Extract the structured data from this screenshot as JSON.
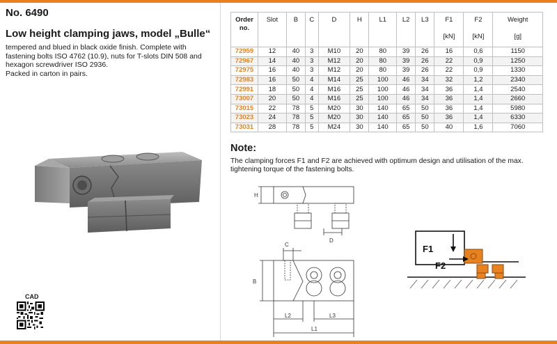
{
  "header": {
    "product_no": "No. 6490",
    "title": "Low height clamping jaws, model „Bulle“",
    "description_lines": [
      "tempered and blued in black oxide finish. Complete with",
      "fastening bolts ISO 4762 (10.9), nuts for T-slots DIN 508 and",
      "hexagon screwdriver ISO 2936.",
      "Packed in carton in pairs."
    ]
  },
  "table": {
    "headers": {
      "order": "Order no.",
      "slot": "Slot",
      "b": "B",
      "c": "C",
      "d": "D",
      "h": "H",
      "l1": "L1",
      "l2": "L2",
      "l3": "L3",
      "f1": "F1",
      "f1_unit": "[kN]",
      "f2": "F2",
      "f2_unit": "[kN]",
      "weight": "Weight",
      "weight_unit": "[g]"
    },
    "rows": [
      [
        "72959",
        "12",
        "40",
        "3",
        "M10",
        "20",
        "80",
        "39",
        "26",
        "16",
        "0,6",
        "1150"
      ],
      [
        "72967",
        "14",
        "40",
        "3",
        "M12",
        "20",
        "80",
        "39",
        "26",
        "22",
        "0,9",
        "1250"
      ],
      [
        "72975",
        "16",
        "40",
        "3",
        "M12",
        "20",
        "80",
        "39",
        "26",
        "22",
        "0,9",
        "1330"
      ],
      [
        "72983",
        "16",
        "50",
        "4",
        "M14",
        "25",
        "100",
        "46",
        "34",
        "32",
        "1,2",
        "2340"
      ],
      [
        "72991",
        "18",
        "50",
        "4",
        "M16",
        "25",
        "100",
        "46",
        "34",
        "36",
        "1,4",
        "2540"
      ],
      [
        "73007",
        "20",
        "50",
        "4",
        "M16",
        "25",
        "100",
        "46",
        "34",
        "36",
        "1,4",
        "2660"
      ],
      [
        "73015",
        "22",
        "78",
        "5",
        "M20",
        "30",
        "140",
        "65",
        "50",
        "36",
        "1,4",
        "5980"
      ],
      [
        "73023",
        "24",
        "78",
        "5",
        "M20",
        "30",
        "140",
        "65",
        "50",
        "36",
        "1,4",
        "6330"
      ],
      [
        "73031",
        "28",
        "78",
        "5",
        "M24",
        "30",
        "140",
        "65",
        "50",
        "40",
        "1,6",
        "7060"
      ]
    ]
  },
  "note": {
    "heading": "Note:",
    "text_lines": [
      "The clamping forces F1 and F2 are achieved with optimum design and utilisation of the max.",
      "tightening torque of the fastening bolts."
    ]
  },
  "drawing": {
    "labels": {
      "h": "H",
      "d": "D",
      "c": "C",
      "b": "B",
      "l2": "L2",
      "l3": "L3",
      "l1": "L1"
    }
  },
  "force_diagram": {
    "f1": "F1",
    "f2": "F2"
  },
  "cad": {
    "label": "CAD"
  },
  "colors": {
    "accent": "#e8821e",
    "jaw_orange": "#e8821e",
    "steel": "#8a8a8a"
  }
}
